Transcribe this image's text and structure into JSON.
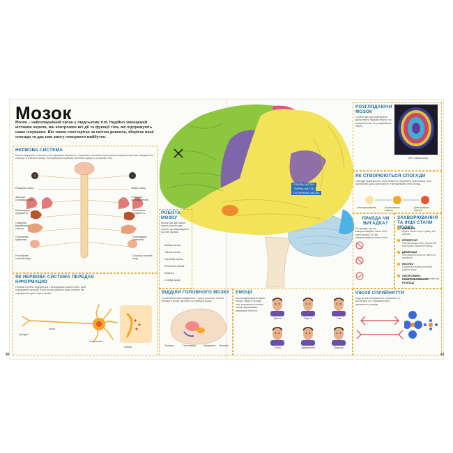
{
  "page": {
    "left_number": "40",
    "right_number": "41"
  },
  "header": {
    "title": "Мозок",
    "intro": "Мозок – найскладніший орган у людському тілі. Надійно захищений кістками черепа, він контролює всі дії та функції тіла, які підтримують наше існування. Він також спостерігає за світом довкола, зберігає ваші спогади та дає нам змогу планувати майбутнє."
  },
  "nervous_system": {
    "heading": "НЕРВОВА СИСТЕМА",
    "body": "Мозок з'єднаний із рештою тіла нервовою мережею – нервовою системою. Центральна нервова система складається з мозку та спинного мозку. Периферична нервова система з'єднує їх з рештою тіла.",
    "labels": [
      "Розширює зіниці",
      "Звужує зіниці",
      "Зменшує слиновиділення",
      "Стимулює слиновиділення",
      "Пришвидшує серцебиття",
      "Сповільнює серцебиття",
      "Стимулює вироблення глюкози",
      "Сповільнює травлення",
      "Пришвидшує травлення",
      "Розслаблює сечовий міхур",
      "Скорочує сечовий міхур"
    ]
  },
  "signals": {
    "heading": "ЯК НЕРВОВА СИСТЕМА ПЕРЕДАЄ ІНФОРМАЦІЮ",
    "body": "Нервові клітини з'єднуються з мільярдами інших клітин, щоб передавати сигнали. Коли сигнал досягає кінця клітини, він передається далі через синапс.",
    "labels": [
      "Дендрит",
      "Аксон",
      "Тіло клітини",
      "Синапс"
    ]
  },
  "brain_work": {
    "heading": "РОБОТА МОЗКУ",
    "body": "Мозок має дві півкулі. Кожна півкуля має частки, що відповідають за різні функції.",
    "labels": [
      "Лобова частка",
      "Тім'яна частка",
      "Скронева частка",
      "Потилична частка",
      "Мозочок",
      "Стовбур мозку"
    ]
  },
  "brain_parts": {
    "heading": "ВІДДІЛИ ГОЛОВНОГО МОЗКУ",
    "body": "Головний мозок складається з трьох головних частин: великого мозку, мозочка та стовбура мозку.",
    "labels": [
      "Таламус",
      "Гіпоталамус",
      "Мигдалина",
      "Гіпокамп"
    ]
  },
  "emotions": {
    "heading": "ЕМОЦІЇ",
    "body": "Мозок відповідає за ваші емоції. Люди в усьому світі виражають основні емоції однаковими виразами обличчя.",
    "faces": [
      "Щастя",
      "Смуток",
      "Гнів",
      "Страх",
      "Здивування",
      "Відраза"
    ]
  },
  "scan": {
    "heading": "РОЗГЛЯДАЮЧИ МОЗОК",
    "body": "Сучасні методи сканування дозволяють лікарям бачити, як працює мозок, не розкриваючи череп.",
    "caption": "МРТ-знімок мозку"
  },
  "memory": {
    "heading": "ЯК СТВОРЮЮТЬСЯ СПОГАДИ",
    "body": "Спогади формуються, коли нейрони утворюють нові зв'язки. Чим частіше ви щось повторюєте, тим міцнішим стає спогад.",
    "steps": [
      "Сенсорна пам'ять",
      "Короткочасна пам'ять",
      "Довготривала пам'ять"
    ]
  },
  "truth": {
    "heading": "ПРАВДА ЧИ ВИГАДКА?",
    "body": "Чи правда, що ми використовуємо лише 10% свого мозку? Ні, ми використовуємо весь мозок."
  },
  "diseases": {
    "heading": "ЗАХВОРЮВАННЯ ТА ІНШІ СТАНИ МОЗКУ",
    "items": [
      {
        "name": "АМНЕЗІЯ",
        "text": "Втрата пам'яті через травму або хворобу."
      },
      {
        "name": "ЕПІЛЕПСІЯ",
        "text": "Раптові напади через порушення електричної активності мозку."
      },
      {
        "name": "ДЕМЕНЦІЯ",
        "text": "Поступове погіршення пам'яті та мислення."
      },
      {
        "name": "ІНСУЛЬТ",
        "text": "Порушення кровопостачання ділянки мозку."
      },
      {
        "name": "ОБСЕСИВНО-КОМПУЛЬСИВНИЙ РОЗЛАД",
        "text": "Нав'язливі думки та повторювані дії."
      }
    ]
  },
  "illusions": {
    "heading": "ІЛЮЗІЇ СПРИЙНЯТТЯ",
    "body": "Іноді мозок неправильно тлумачить те, що бачать очі. Оранжеві кола однакового розміру."
  },
  "brain_tags": [
    "ЛОБОВА ЧАСТКА",
    "ТІМ'ЯНА ЧАСТКА",
    "ПОТИЛИЧНА ЧАСТКА"
  ],
  "colors": {
    "frontal": "#8dc63f",
    "parietal": "#7d5ab5",
    "temporal": "#f2e35a",
    "occipital": "#4db3e6",
    "pink": "#e74a8b",
    "heading_blue": "#1c6ea0",
    "accent_orange": "#f5a623"
  }
}
